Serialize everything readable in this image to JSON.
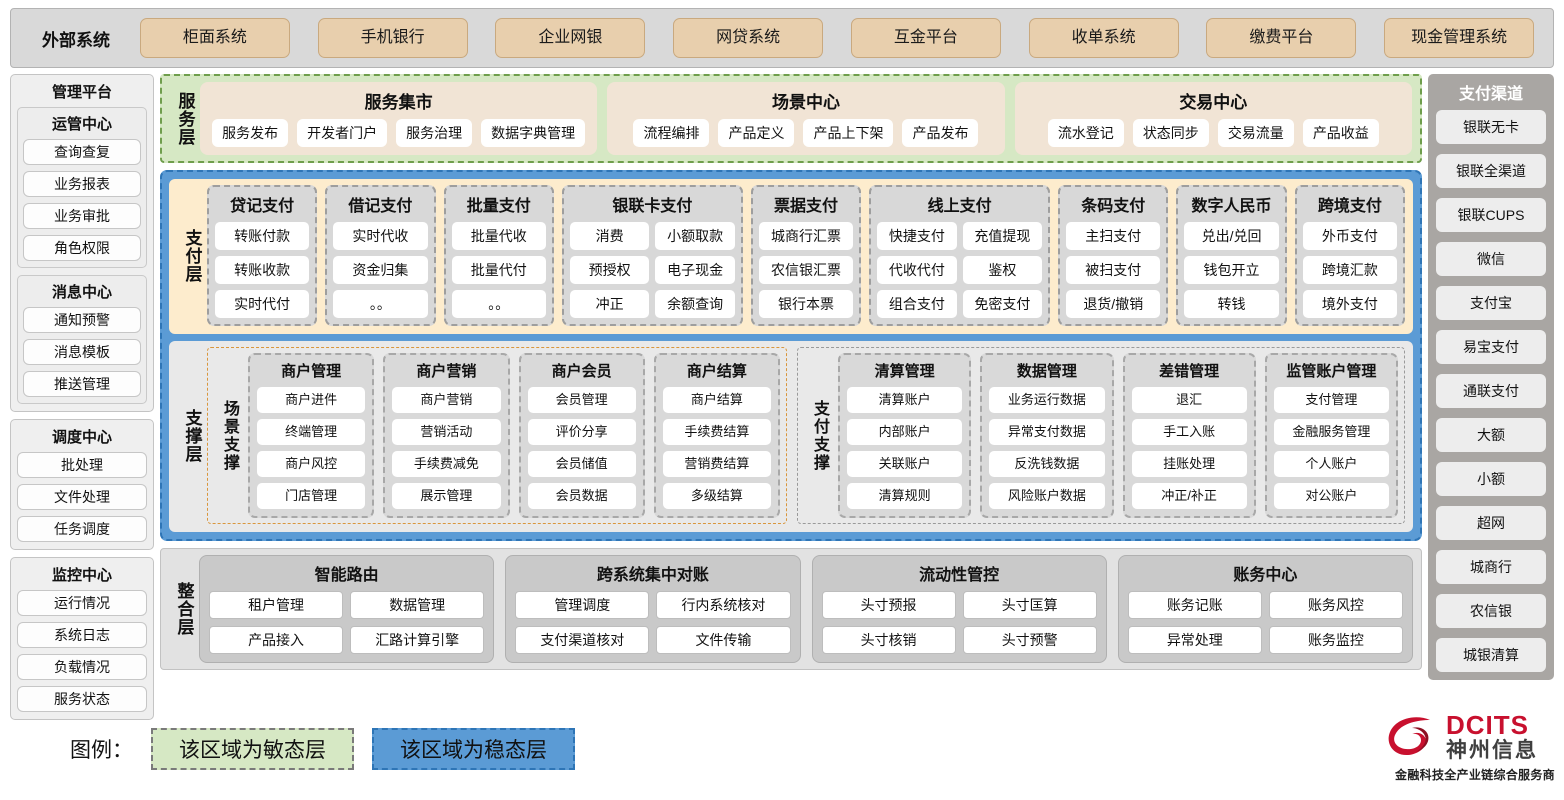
{
  "external": {
    "title": "外部系统",
    "items": [
      "柜面系统",
      "手机银行",
      "企业网银",
      "网贷系统",
      "互金平台",
      "收单系统",
      "缴费平台",
      "现金管理系统"
    ]
  },
  "management": {
    "title": "管理平台",
    "groups": [
      {
        "title": "运管中心",
        "items": [
          "查询查复",
          "业务报表",
          "业务审批",
          "角色权限"
        ]
      },
      {
        "title": "消息中心",
        "items": [
          "通知预警",
          "消息模板",
          "推送管理"
        ]
      }
    ],
    "standalone": [
      {
        "title": "调度中心",
        "items": [
          "批处理",
          "文件处理",
          "任务调度"
        ]
      },
      {
        "title": "监控中心",
        "items": [
          "运行情况",
          "系统日志",
          "负载情况",
          "服务状态"
        ]
      }
    ]
  },
  "service_layer": {
    "label": "服务层",
    "groups": [
      {
        "title": "服务集市",
        "items": [
          "服务发布",
          "开发者门户",
          "服务治理",
          "数据字典管理"
        ]
      },
      {
        "title": "场景中心",
        "items": [
          "流程编排",
          "产品定义",
          "产品上下架",
          "产品发布"
        ]
      },
      {
        "title": "交易中心",
        "items": [
          "流水登记",
          "状态同步",
          "交易流量",
          "产品收益"
        ]
      }
    ]
  },
  "payment_layer": {
    "label": "支付层",
    "groups": [
      {
        "title": "贷记支付",
        "cols": 1,
        "items": [
          "转账付款",
          "转账收款",
          "实时代付"
        ]
      },
      {
        "title": "借记支付",
        "cols": 1,
        "items": [
          "实时代收",
          "资金归集",
          "。。"
        ]
      },
      {
        "title": "批量支付",
        "cols": 1,
        "items": [
          "批量代收",
          "批量代付",
          "。。"
        ]
      },
      {
        "title": "银联卡支付",
        "cols": 2,
        "items": [
          "消费",
          "小额取款",
          "预授权",
          "电子现金",
          "冲正",
          "余额查询"
        ]
      },
      {
        "title": "票据支付",
        "cols": 1,
        "items": [
          "城商行汇票",
          "农信银汇票",
          "银行本票"
        ]
      },
      {
        "title": "线上支付",
        "cols": 2,
        "items": [
          "快捷支付",
          "充值提现",
          "代收代付",
          "鉴权",
          "组合支付",
          "免密支付"
        ]
      },
      {
        "title": "条码支付",
        "cols": 1,
        "items": [
          "主扫支付",
          "被扫支付",
          "退货/撤销"
        ]
      },
      {
        "title": "数字人民币",
        "cols": 1,
        "items": [
          "兑出/兑回",
          "钱包开立",
          "转钱"
        ]
      },
      {
        "title": "跨境支付",
        "cols": 1,
        "items": [
          "外币支付",
          "跨境汇款",
          "境外支付"
        ]
      }
    ]
  },
  "support_layer": {
    "label": "支撑层",
    "zones": [
      {
        "label": "场景支撑",
        "groups": [
          {
            "title": "商户管理",
            "items": [
              "商户进件",
              "终端管理",
              "商户风控",
              "门店管理"
            ]
          },
          {
            "title": "商户营销",
            "items": [
              "商户营销",
              "营销活动",
              "手续费减免",
              "展示管理"
            ]
          },
          {
            "title": "商户会员",
            "items": [
              "会员管理",
              "评价分享",
              "会员储值",
              "会员数据"
            ]
          },
          {
            "title": "商户结算",
            "items": [
              "商户结算",
              "手续费结算",
              "营销费结算",
              "多级结算"
            ]
          }
        ]
      },
      {
        "label": "支付支撑",
        "groups": [
          {
            "title": "清算管理",
            "items": [
              "清算账户",
              "内部账户",
              "关联账户",
              "清算规则"
            ]
          },
          {
            "title": "数据管理",
            "items": [
              "业务运行数据",
              "异常支付数据",
              "反洗钱数据",
              "风险账户数据"
            ]
          },
          {
            "title": "差错管理",
            "items": [
              "退汇",
              "手工入账",
              "挂账处理",
              "冲正/补正"
            ]
          },
          {
            "title": "监管账户管理",
            "items": [
              "支付管理",
              "金融服务管理",
              "个人账户",
              "对公账户"
            ]
          }
        ]
      }
    ]
  },
  "integration_layer": {
    "label": "整合层",
    "groups": [
      {
        "title": "智能路由",
        "items": [
          "租户管理",
          "数据管理",
          "产品接入",
          "汇路计算引擎"
        ]
      },
      {
        "title": "跨系统集中对账",
        "items": [
          "管理调度",
          "行内系统核对",
          "支付渠道核对",
          "文件传输"
        ]
      },
      {
        "title": "流动性管控",
        "items": [
          "头寸预报",
          "头寸匡算",
          "头寸核销",
          "头寸预警"
        ]
      },
      {
        "title": "账务中心",
        "items": [
          "账务记账",
          "账务风控",
          "异常处理",
          "账务监控"
        ]
      }
    ]
  },
  "channels": {
    "title": "支付渠道",
    "items": [
      "银联无卡",
      "银联全渠道",
      "银联CUPS",
      "微信",
      "支付宝",
      "易宝支付",
      "通联支付",
      "大额",
      "小额",
      "超网",
      "城商行",
      "农信银",
      "城银清算"
    ]
  },
  "legend": {
    "label": "图例：",
    "agile": "该区域为敏态层",
    "stable": "该区域为稳态层",
    "agile_color": "#d6e8c4",
    "stable_color": "#5b9bd5"
  },
  "logo": {
    "brand": "DCITS",
    "brand_cn": "神州信息",
    "tagline": "金融科技全产业链综合服务商",
    "brand_color": "#c8102e"
  }
}
